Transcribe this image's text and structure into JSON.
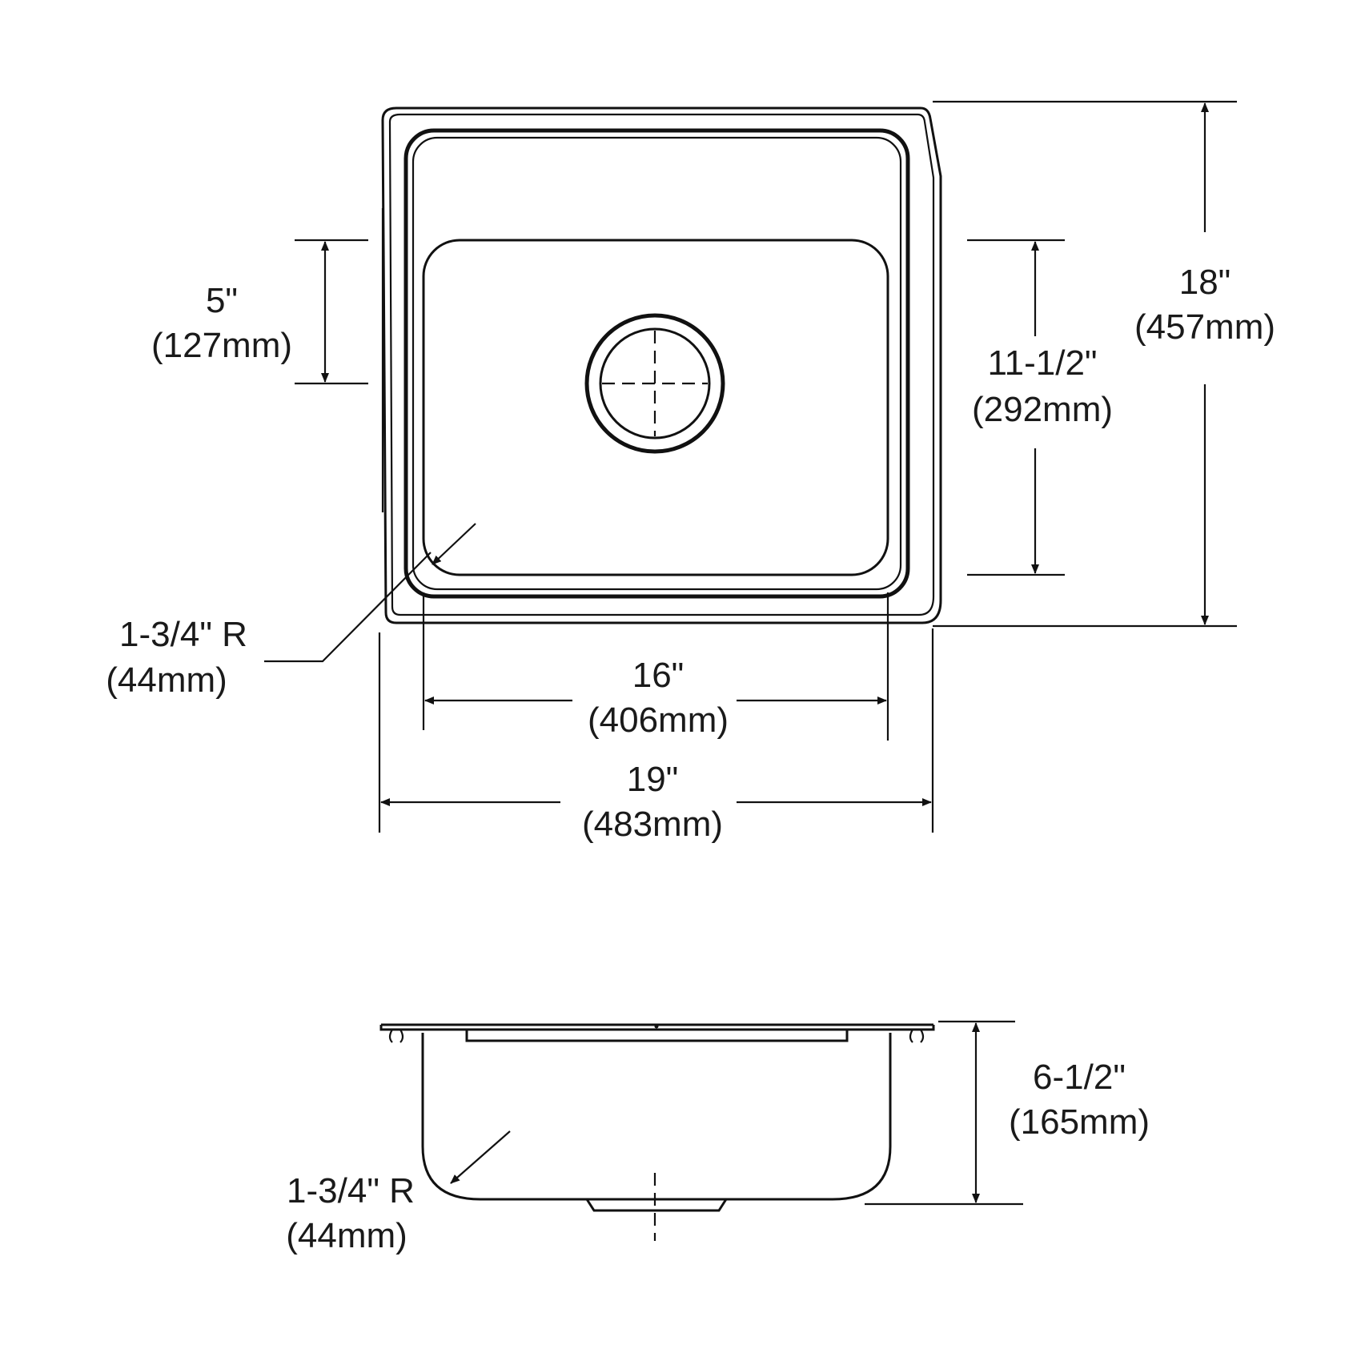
{
  "top_view": {
    "overall_width": {
      "imperial": "19\"",
      "metric": "(483mm)"
    },
    "bowl_width": {
      "imperial": "16\"",
      "metric": "(406mm)"
    },
    "overall_depth": {
      "imperial": "18\"",
      "metric": "(457mm)"
    },
    "bowl_depth": {
      "imperial": "11-1/2\"",
      "metric": "(292mm)"
    },
    "drain_offset": {
      "imperial": "5\"",
      "metric": "(127mm)"
    },
    "corner_radius": {
      "imperial": "1-3/4\" R",
      "metric": "(44mm)"
    }
  },
  "side_view": {
    "bowl_depth": {
      "imperial": "6-1/2\"",
      "metric": "(165mm)"
    },
    "corner_radius": {
      "imperial": "1-3/4\" R",
      "metric": "(44mm)"
    }
  }
}
